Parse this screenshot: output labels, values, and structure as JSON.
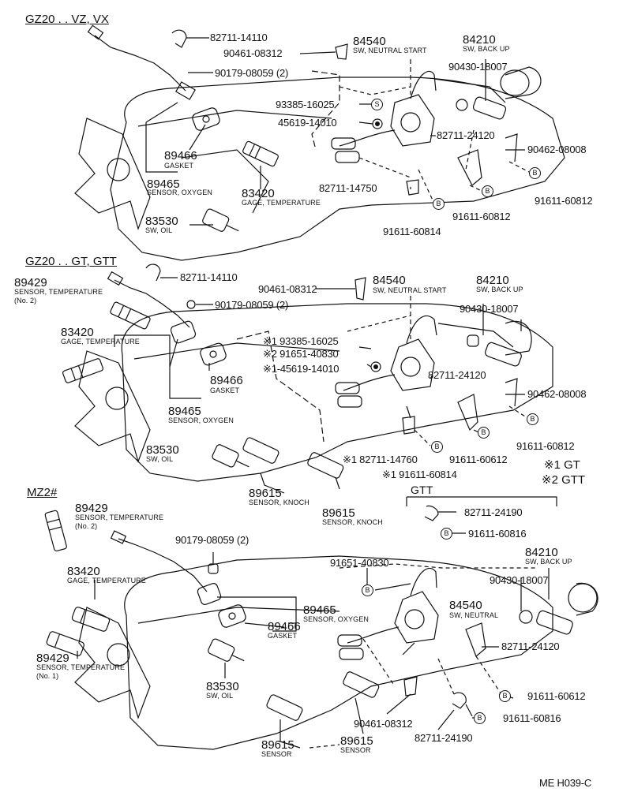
{
  "sections": {
    "s1": "GZ20 . . VZ, VX",
    "s2": "GZ20 . . GT, GTT",
    "s3": "MZ2#",
    "gtt": "GTT"
  },
  "legend": {
    "gt": "※1 GT",
    "gtt": "※2 GTT"
  },
  "footer": "ME H039-C",
  "s1": {
    "p82711_14110": "82711-14110",
    "p90461": "90461-08312",
    "p84540": "84540",
    "d84540": "SW, NEUTRAL START",
    "p84210": "84210",
    "d84210": "SW, BACK UP",
    "p90179": "90179-08059 (2)",
    "p90430": "90430-18007",
    "p93385": "93385-16025",
    "p45619": "45619-14010",
    "p82711_24120": "82711-24120",
    "p90462": "90462-08008",
    "p89466": "89466",
    "d89466": "GASKET",
    "p89465": "89465",
    "d89465": "SENSOR, OXYGEN",
    "p83420": "83420",
    "d83420": "GAGE, TEMPERATURE",
    "p82711_14750": "82711-14750",
    "p91611_60812a": "91611-60812",
    "p91611_60812b": "91611-60812",
    "p91611_60814": "91611-60814",
    "p83530": "83530",
    "d83530": "SW, OIL",
    "badge_s": "S",
    "badge_b": "B"
  },
  "s2": {
    "p82711_14110": "82711-14110",
    "p89429": "89429",
    "d89429": "SENSOR, TEMPERATURE",
    "d89429b": "(No. 2)",
    "p90461": "90461-08312",
    "p84540": "84540",
    "d84540": "SW, NEUTRAL START",
    "p84210": "84210",
    "d84210": "SW, BACK UP",
    "p90179": "90179-08059 (2)",
    "p90430": "90430-18007",
    "p83420": "83420",
    "d83420": "GAGE, TEMPERATURE",
    "p93385": "※1 93385-16025",
    "p91651": "※2 91651-40830",
    "p45619": "※1-45619-14010",
    "p82711_24120": "82711-24120",
    "p90462": "90462-08008",
    "p89466": "89466",
    "d89466": "GASKET",
    "p89465": "89465",
    "d89465": "SENSOR, OXYGEN",
    "p91611_60812": "91611-60812",
    "p83530": "83530",
    "d83530": "SW, OIL",
    "p82711_14760": "※1 82711-14760",
    "p91611_60612": "91611-60612",
    "p91611_60814": "※1 91611-60814",
    "p89615a": "89615",
    "d89615a": "SENSOR, KNOCH",
    "p89615b": "89615",
    "d89615b": "SENSOR, KNOCH",
    "gtt_p82711": "82711-24190",
    "gtt_p91611": "91611-60816"
  },
  "s3": {
    "p89429a": "89429",
    "d89429a": "SENSOR, TEMPERATURE",
    "d89429a2": "(No. 2)",
    "p90179": "90179-08059 (2)",
    "p83420": "83420",
    "d83420": "GAGE, TEMPERATURE",
    "p91651": "91651-40830",
    "p84210": "84210",
    "d84210": "SW, BACK UP",
    "p90430": "90430-18007",
    "p89465": "89465",
    "d89465": "SENSOR, OXYGEN",
    "p84540": "84540",
    "d84540": "SW, NEUTRAL",
    "p89466": "89466",
    "d89466": "GASKET",
    "p89429b": "89429",
    "d89429b": "SENSOR, TEMPERATURE",
    "d89429b2": "(No. 1)",
    "p82711_24120": "82711-24120",
    "p83530": "83530",
    "d83530": "SW, OIL",
    "p91611_60612": "91611-60612",
    "p90461": "90461-08312",
    "p91611_60816": "91611-60816",
    "p82711_24190": "82711-24190",
    "p89615a": "89615",
    "d89615a": "SENSOR",
    "p89615b": "89615",
    "d89615b": "SENSOR"
  }
}
